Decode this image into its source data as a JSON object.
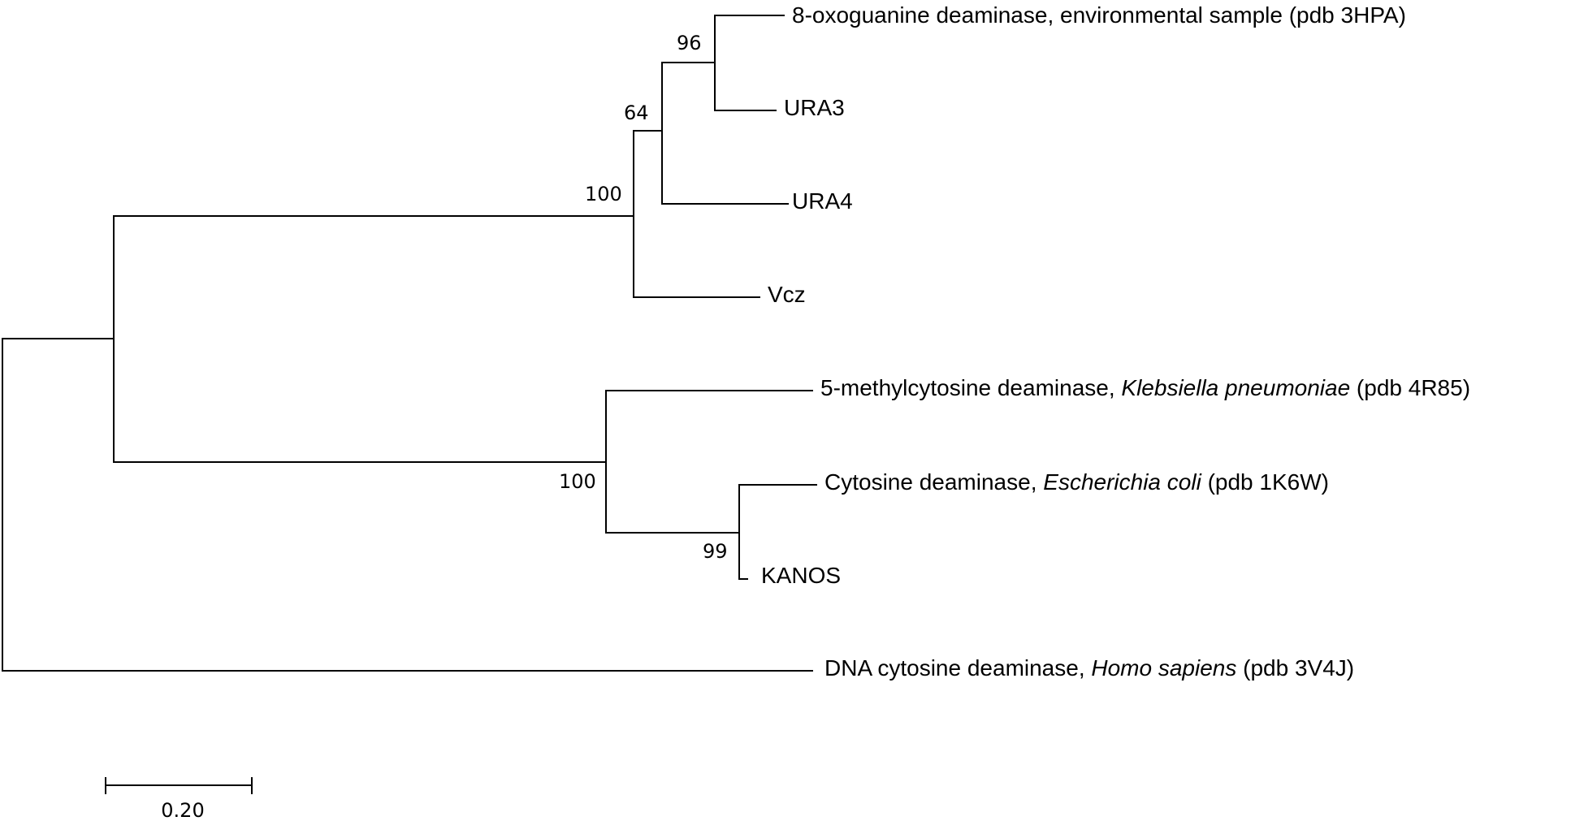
{
  "tree": {
    "leaves": [
      {
        "id": "oxog",
        "parts": [
          {
            "t": "8-oxoguanine deaminase, environmental sample (pdb 3HPA)",
            "i": false
          }
        ]
      },
      {
        "id": "ura3",
        "parts": [
          {
            "t": "URA3",
            "i": false
          }
        ]
      },
      {
        "id": "ura4",
        "parts": [
          {
            "t": "URA4",
            "i": false
          }
        ]
      },
      {
        "id": "vcz",
        "parts": [
          {
            "t": "Vcz",
            "i": false
          }
        ]
      },
      {
        "id": "mcd",
        "parts": [
          {
            "t": "5-methylcytosine deaminase, ",
            "i": false
          },
          {
            "t": "Klebsiella pneumoniae",
            "i": true
          },
          {
            "t": " (pdb 4R85)",
            "i": false
          }
        ]
      },
      {
        "id": "ecoli",
        "parts": [
          {
            "t": "Cytosine deaminase, ",
            "i": false
          },
          {
            "t": "Escherichia coli",
            "i": true
          },
          {
            "t": " (pdb 1K6W)",
            "i": false
          }
        ]
      },
      {
        "id": "kanos",
        "parts": [
          {
            "t": "KANOS",
            "i": false
          }
        ]
      },
      {
        "id": "human",
        "parts": [
          {
            "t": "DNA cytosine deaminase, ",
            "i": false
          },
          {
            "t": "Homo sapiens",
            "i": true
          },
          {
            "t": " (pdb 3V4J)",
            "i": false
          }
        ]
      }
    ],
    "bootstrap": {
      "n96": "96",
      "n64": "64",
      "n100a": "100",
      "n100b": "100",
      "n99": "99"
    },
    "scale_bar": {
      "value": 0.2,
      "label": "0.20"
    }
  }
}
